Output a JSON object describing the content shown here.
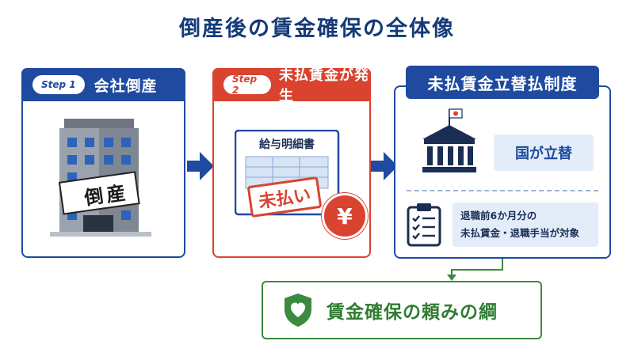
{
  "title": "倒産後の賃金確保の全体像",
  "step1": {
    "badge": "Step 1",
    "label": "会社倒産",
    "sign": "倒産"
  },
  "step2": {
    "badge": "Step 2",
    "label": "未払賃金が発生",
    "doc_title": "給与明細書",
    "stamp": "未払い",
    "yen": "¥"
  },
  "step3": {
    "label": "未払賃金立替払制度",
    "gov_label": "国が立替",
    "coverage_line1": "退職前6か月分の",
    "coverage_line2": "未払賃金・退職手当が対象"
  },
  "result": {
    "label": "賃金確保の頼みの綱"
  },
  "colors": {
    "navy": "#1f4aa0",
    "red": "#d9432f",
    "green": "#3c8a3f",
    "light_blue": "#e3edf9"
  }
}
